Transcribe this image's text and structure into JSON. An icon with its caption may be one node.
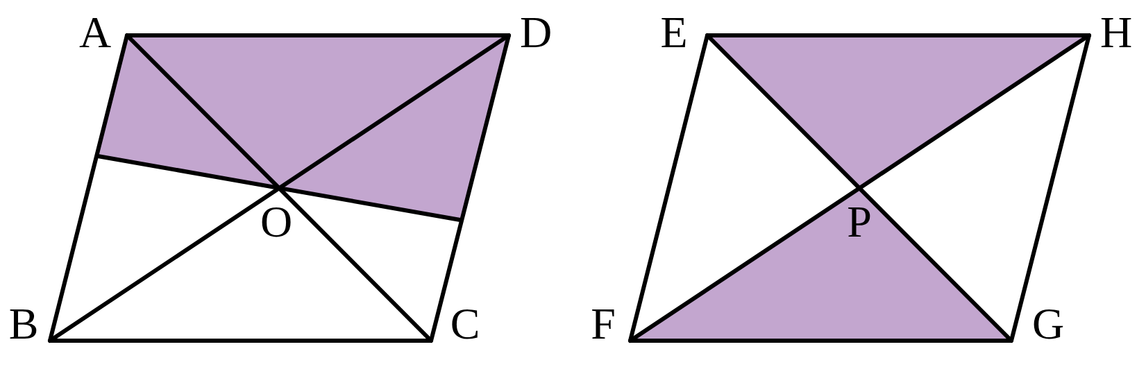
{
  "diagram": {
    "labels": [
      "A",
      "D",
      "E",
      "H",
      "O",
      "P",
      "B",
      "C",
      "F",
      "G"
    ]
  }
}
